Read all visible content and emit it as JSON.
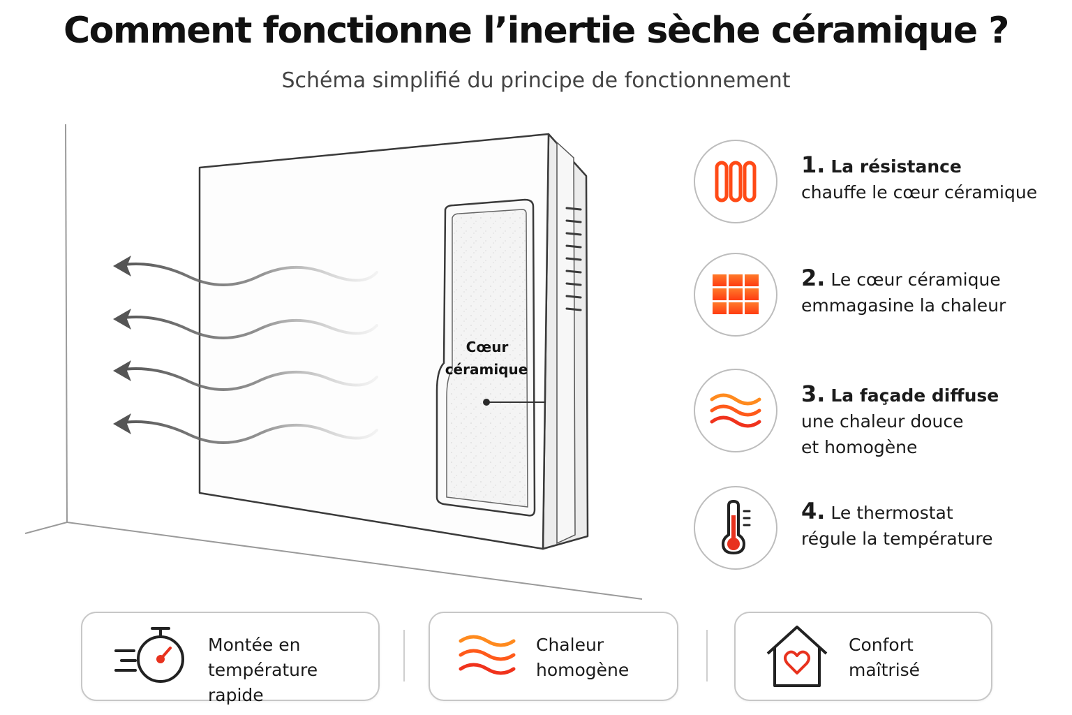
{
  "title": "Comment fonctionne l’inertie sèche céramique ?",
  "subtitle": "Schéma simplifié du principe de fonctionnement",
  "diagram": {
    "core_label_line1": "Cœur",
    "core_label_line2": "céramique"
  },
  "steps": [
    {
      "number": "1.",
      "head": "La résistance",
      "desc": "chauffe le cœur céramique",
      "icon": "resistance-icon"
    },
    {
      "number": "2.",
      "head": "Le cœur céramique",
      "desc": "emmagasine la chaleur",
      "icon": "ceramic-grid-icon"
    },
    {
      "number": "3.",
      "head": "La façade diffuse",
      "desc": "une chaleur douce et homogène",
      "icon": "heat-waves-icon"
    },
    {
      "number": "4.",
      "head": "Le thermostat",
      "desc": "régule la température",
      "icon": "thermometer-icon"
    }
  ],
  "benefits": [
    {
      "label": "Montée en\ntempérature rapide",
      "icon": "stopwatch-icon"
    },
    {
      "label": "Chaleur\nhomogène",
      "icon": "heat-waves-icon"
    },
    {
      "label": "Confort\nmaîtrisé",
      "icon": "house-heart-icon"
    }
  ],
  "colors": {
    "accent_orange": "#ff5a1f",
    "accent_red": "#e8321e",
    "outline": "#3a3a3a",
    "ceramic_fill": "#f2f2f2"
  }
}
